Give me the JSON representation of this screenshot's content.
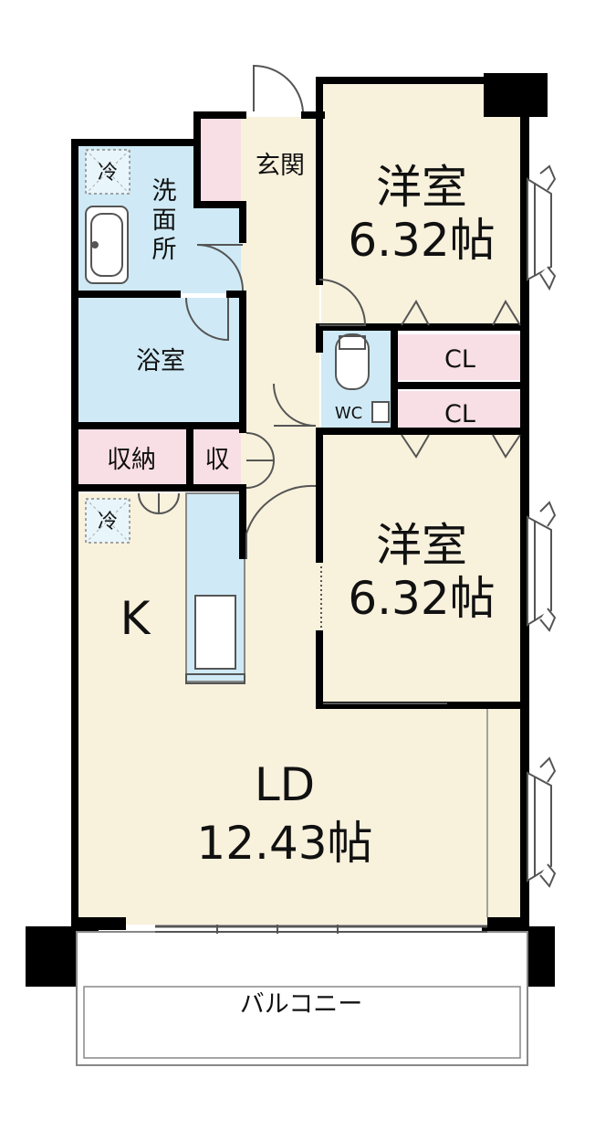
{
  "rooms": {
    "western_room_top": {
      "name": "洋室",
      "size": "6.32帖"
    },
    "western_room_mid": {
      "name": "洋室",
      "size": "6.32帖"
    },
    "ld": {
      "name": "LD",
      "size": "12.43帖"
    },
    "kitchen": {
      "name": "K"
    },
    "entrance": {
      "name": "玄関"
    },
    "washroom": {
      "name": "洗面所",
      "chars": [
        "洗",
        "面",
        "所"
      ]
    },
    "bathroom": {
      "name": "浴室"
    },
    "toilet": {
      "name": "WC"
    },
    "closet_1": {
      "name": "CL"
    },
    "closet_2": {
      "name": "CL"
    },
    "storage_large": {
      "name": "収納"
    },
    "storage_small": {
      "name": "収"
    },
    "balcony": {
      "name": "バルコニー"
    }
  },
  "fridge_marks": {
    "label": "冷"
  },
  "colors": {
    "wall": "#000000",
    "floor_beige": "#f8f1dc",
    "wet_blue": "#cfeaf6",
    "storage_pink": "#f8dfe6",
    "line_gray": "#888888"
  }
}
